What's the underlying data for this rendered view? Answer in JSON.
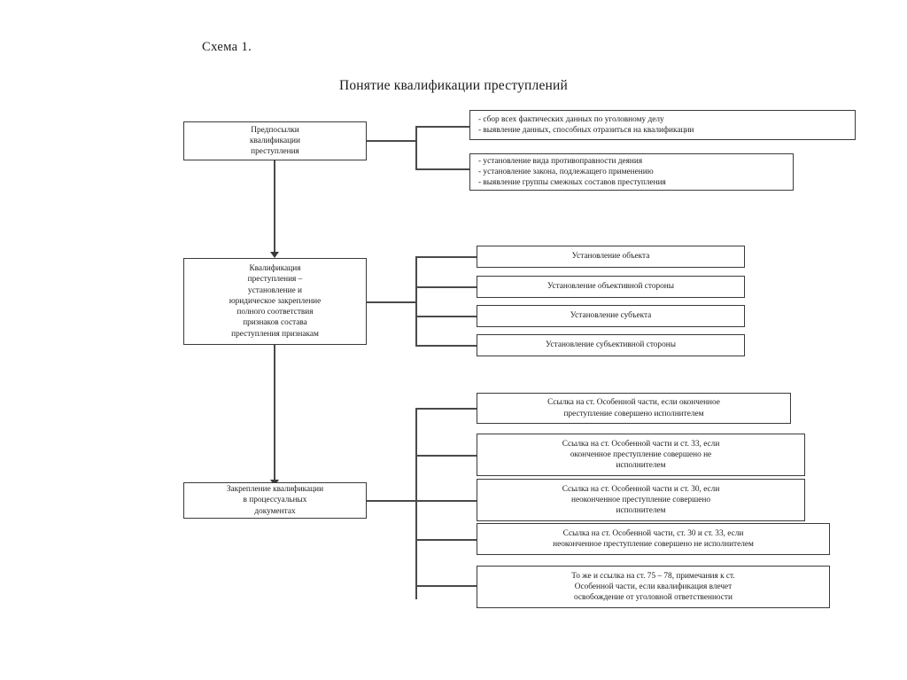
{
  "document": {
    "scheme_label": "Схема 1.",
    "title": "Понятие квалификации преступлений"
  },
  "nodes": {
    "premises": {
      "label": "Предпосылки\nквалификации\nпреступления"
    },
    "premises_branches": [
      {
        "label": "- сбор всех фактических данных по уголовному делу\n- выявление данных, способных отразиться на квалификации"
      },
      {
        "label": "- установление вида противоправности деяния\n- установление закона, подлежащего применению\n- выявление группы смежных составов преступления"
      }
    ],
    "qualification": {
      "label": "Квалификация\nпреступления –\nустановление и\nюридическое закрепление\nполного соответствия\nпризнаков состава\nпреступления признакам"
    },
    "qualification_branches": [
      {
        "label": "Установление объекта"
      },
      {
        "label": "Установление объективной стороны"
      },
      {
        "label": "Установление субъекта"
      },
      {
        "label": "Установление субъективной стороны"
      }
    ],
    "consolidation": {
      "label": "Закрепление квалификации\nв процессуальных\nдокументах"
    },
    "consolidation_branches": [
      {
        "label": "Ссылка на ст. Особенной части, если оконченное\nпреступление совершено исполнителем"
      },
      {
        "label": "Ссылка на ст. Особенной части и ст. 33, если\nоконченное преступление совершено не\nисполнителем"
      },
      {
        "label": "Ссылка на ст. Особенной части и ст. 30, если\nнеоконченное преступление совершено\nисполнителем"
      },
      {
        "label": "Ссылка на ст. Особенной части, ст. 30 и ст. 33, если\nнеоконченное преступление совершено не исполнителем"
      },
      {
        "label": "То же и ссылка на ст. 75 – 78, примечания к ст.\nОсобенной части, если квалификация влечет\nосвобождение от уголовной ответственности"
      }
    ]
  },
  "colors": {
    "background": "#ffffff",
    "box_border": "#3a3a3a",
    "connector": "#4a4a4a",
    "text": "#1c1c1c"
  }
}
